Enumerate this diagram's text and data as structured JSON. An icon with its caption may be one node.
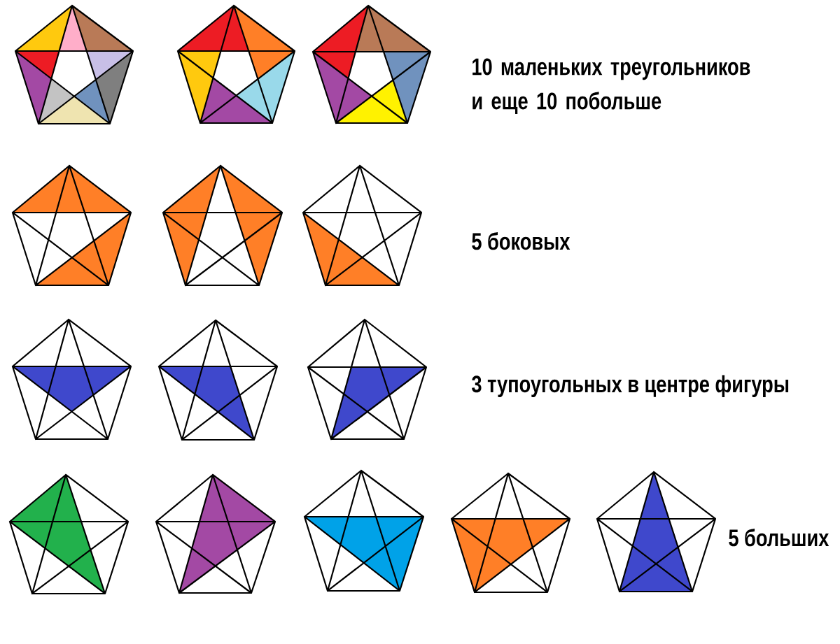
{
  "diagram": {
    "labels": [
      "10 маленьких треугольников и еще 10 побольше",
      "5 боковых",
      "3 тупоугольных в центре фигуры",
      "5 больших"
    ]
  }
}
